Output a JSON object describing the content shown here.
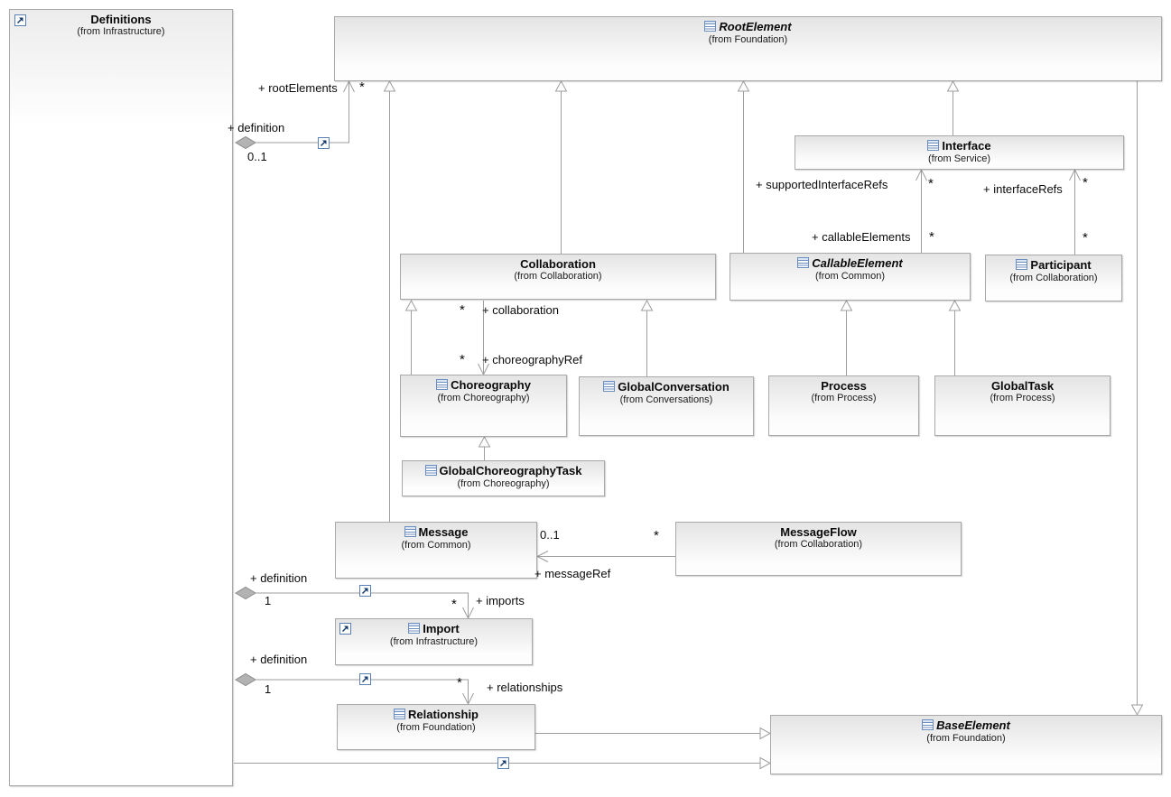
{
  "diagram_type": "uml-class-diagram",
  "classes": [
    {
      "id": "definitions",
      "name": "Definitions",
      "from": "(from Infrastructure)",
      "abstract": false,
      "class_icon": false,
      "corner_icon": true
    },
    {
      "id": "root-element",
      "name": "RootElement",
      "from": "(from Foundation)",
      "abstract": true,
      "class_icon": true,
      "corner_icon": false
    },
    {
      "id": "interface",
      "name": "Interface",
      "from": "(from Service)",
      "abstract": false,
      "class_icon": true,
      "corner_icon": false
    },
    {
      "id": "collaboration",
      "name": "Collaboration",
      "from": "(from Collaboration)",
      "abstract": false,
      "class_icon": false,
      "corner_icon": false
    },
    {
      "id": "callable-element",
      "name": "CallableElement",
      "from": "(from Common)",
      "abstract": true,
      "class_icon": true,
      "corner_icon": false
    },
    {
      "id": "participant",
      "name": "Participant",
      "from": "(from Collaboration)",
      "abstract": false,
      "class_icon": true,
      "corner_icon": false
    },
    {
      "id": "choreography",
      "name": "Choreography",
      "from": "(from Choreography)",
      "abstract": false,
      "class_icon": true,
      "corner_icon": false
    },
    {
      "id": "global-conversation",
      "name": "GlobalConversation",
      "from": "(from Conversations)",
      "abstract": false,
      "class_icon": true,
      "corner_icon": false
    },
    {
      "id": "process",
      "name": "Process",
      "from": "(from Process)",
      "abstract": false,
      "class_icon": false,
      "corner_icon": false
    },
    {
      "id": "global-task",
      "name": "GlobalTask",
      "from": "(from Process)",
      "abstract": false,
      "class_icon": false,
      "corner_icon": false
    },
    {
      "id": "global-choreography-task",
      "name": "GlobalChoreographyTask",
      "from": "(from Choreography)",
      "abstract": false,
      "class_icon": true,
      "corner_icon": false
    },
    {
      "id": "message",
      "name": "Message",
      "from": "(from Common)",
      "abstract": false,
      "class_icon": true,
      "corner_icon": false
    },
    {
      "id": "message-flow",
      "name": "MessageFlow",
      "from": "(from Collaboration)",
      "abstract": false,
      "class_icon": false,
      "corner_icon": false
    },
    {
      "id": "import",
      "name": "Import",
      "from": "(from Infrastructure)",
      "abstract": false,
      "class_icon": true,
      "corner_icon": true
    },
    {
      "id": "relationship",
      "name": "Relationship",
      "from": "(from Foundation)",
      "abstract": false,
      "class_icon": true,
      "corner_icon": false
    },
    {
      "id": "base-element",
      "name": "BaseElement",
      "from": "(from Foundation)",
      "abstract": true,
      "class_icon": true,
      "corner_icon": false
    }
  ],
  "labels": {
    "definition": "+ definition",
    "zero_one": "0..1",
    "one": "1",
    "star": "*",
    "root_elements": "+ rootElements",
    "supported_interface_refs": "+ supportedInterfaceRefs",
    "callable_elements": "+ callableElements",
    "interface_refs": "+ interfaceRefs",
    "collaboration": "+ collaboration",
    "choreography_ref": "+ choreographyRef",
    "message_ref": "+ messageRef",
    "imports": "+ imports",
    "relationships": "+ relationships"
  },
  "colors": {
    "background": "#ffffff",
    "box_border": "#a9a9a9",
    "box_fill_top": "#e4e4e4",
    "connector_line": "#9e9e9e",
    "diamond_fill": "#b3b3b3",
    "icon_blue": "#6c8ebf",
    "nav_icon_arrow": "#123a6d",
    "text": "#0a0a0a"
  }
}
